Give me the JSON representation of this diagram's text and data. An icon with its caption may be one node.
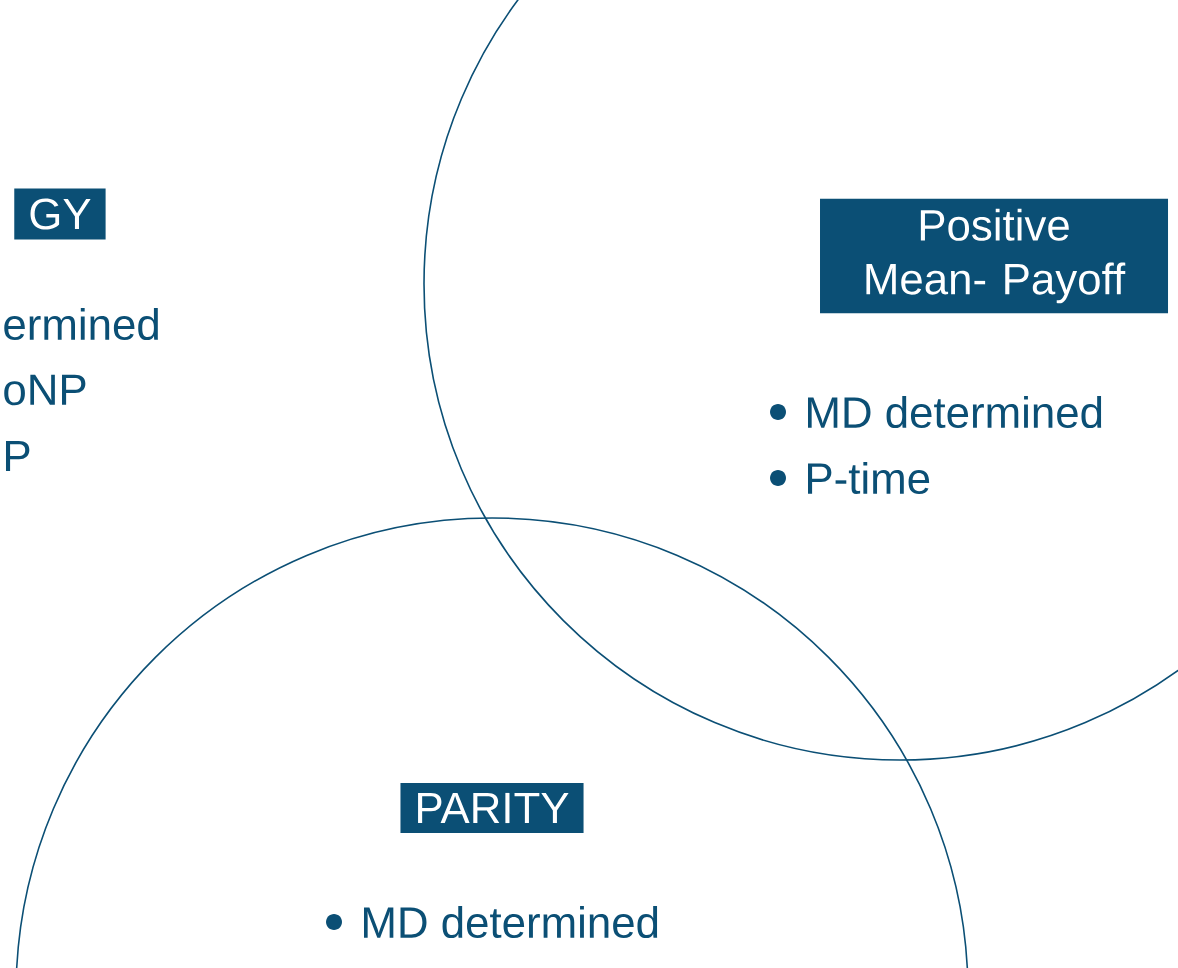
{
  "diagram": {
    "nodes": [
      {
        "text": [
          "GY"
        ],
        "beside": [
          "ermined",
          "oNP",
          "P"
        ]
      },
      {
        "text": [],
        "shape": "circle"
      },
      {
        "text": [
          "Positive Mean- Payoff"
        ],
        "in": 1,
        "beside": [
          "MD determined",
          "P-time"
        ]
      },
      {
        "text": [],
        "shape": "circle"
      },
      {
        "text": [
          "PARITY"
        ],
        "in": 3,
        "beside": [
          "MD determined"
        ]
      }
    ]
  }
}
